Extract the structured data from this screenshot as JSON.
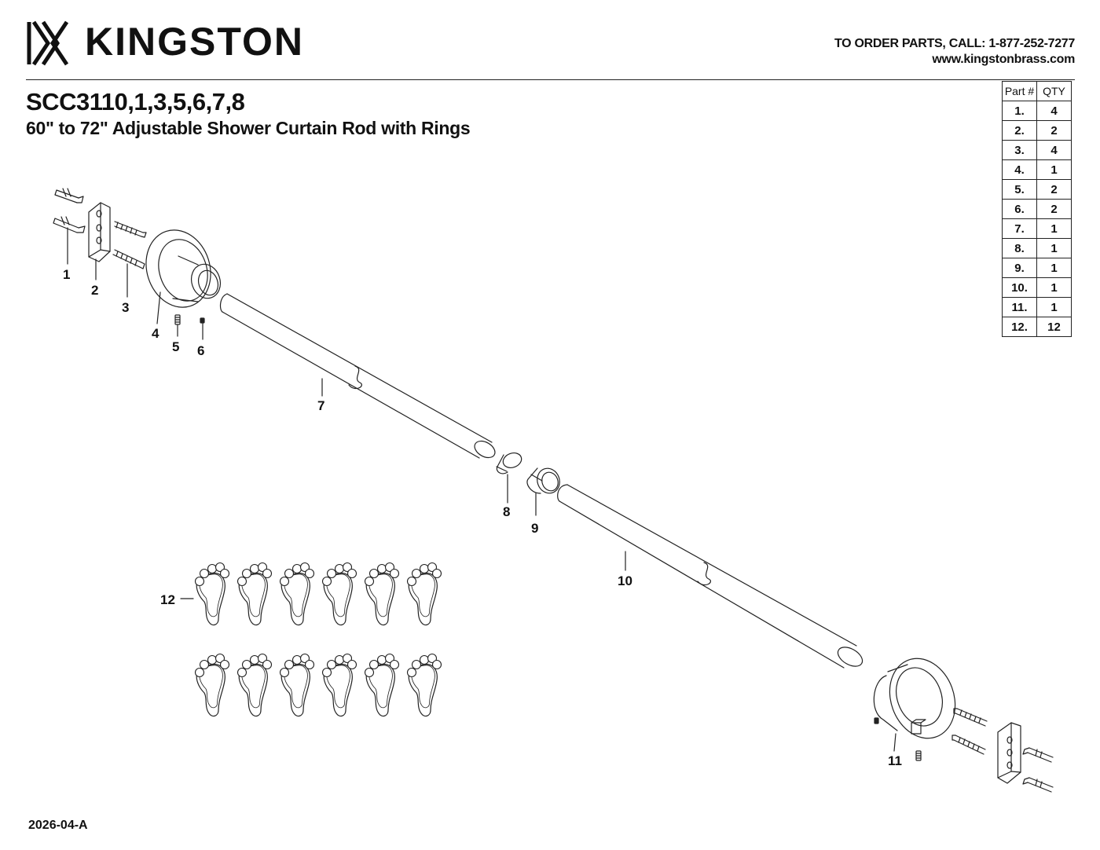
{
  "brand": {
    "name": "KINGSTON"
  },
  "contact": {
    "order_line": "TO ORDER PARTS, CALL: 1-877-252-7277",
    "website": "www.kingstonbrass.com"
  },
  "product": {
    "model": "SCC3110,1,3,5,6,7,8",
    "description": "60\" to 72\" Adjustable Shower Curtain Rod with Rings"
  },
  "parts_table": {
    "headers": [
      "Part #",
      "QTY"
    ],
    "rows": [
      {
        "part": "1.",
        "qty": "4"
      },
      {
        "part": "2.",
        "qty": "2"
      },
      {
        "part": "3.",
        "qty": "4"
      },
      {
        "part": "4.",
        "qty": "1"
      },
      {
        "part": "5.",
        "qty": "2"
      },
      {
        "part": "6.",
        "qty": "2"
      },
      {
        "part": "7.",
        "qty": "1"
      },
      {
        "part": "8.",
        "qty": "1"
      },
      {
        "part": "9.",
        "qty": "1"
      },
      {
        "part": "10.",
        "qty": "1"
      },
      {
        "part": "11.",
        "qty": "1"
      },
      {
        "part": "12.",
        "qty": "12"
      }
    ]
  },
  "callouts": [
    "1",
    "2",
    "3",
    "4",
    "5",
    "6",
    "7",
    "8",
    "9",
    "10",
    "11",
    "12"
  ],
  "footer": {
    "revision": "2026-04-A"
  }
}
